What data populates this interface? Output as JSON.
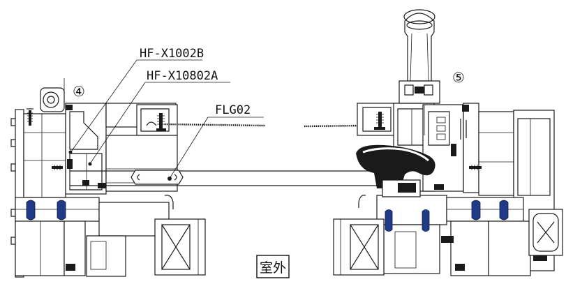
{
  "labels": {
    "callout_1": "HF-X1002B",
    "callout_2": "HF-X10802A",
    "callout_3": "FLG02",
    "marker_left": "④",
    "marker_right": "⑤",
    "side_label": "室外"
  },
  "colors": {
    "line": "#1a1a1a",
    "gasket": "#1f3a86",
    "background": "#ffffff"
  }
}
